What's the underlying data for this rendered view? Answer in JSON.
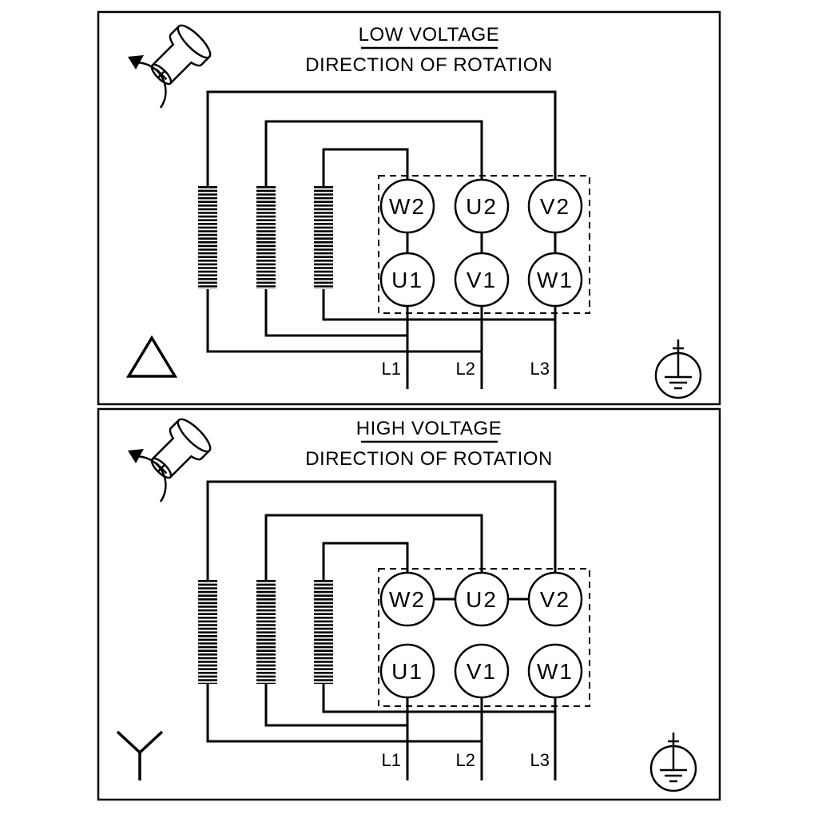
{
  "panels": {
    "low": {
      "title": "LOW VOLTAGE",
      "subtitle": "DIRECTION OF ROTATION",
      "connection": "delta",
      "terminals_top": [
        "W2",
        "U2",
        "V2"
      ],
      "terminals_bottom": [
        "U1",
        "V1",
        "W1"
      ],
      "lines": [
        "L1",
        "L2",
        "L3"
      ]
    },
    "high": {
      "title": "HIGH VOLTAGE",
      "subtitle": "DIRECTION OF ROTATION",
      "connection": "star",
      "terminals_top": [
        "W2",
        "U2",
        "V2"
      ],
      "terminals_bottom": [
        "U1",
        "V1",
        "W1"
      ],
      "lines": [
        "L1",
        "L2",
        "L3"
      ]
    }
  },
  "icons": {
    "rotation": "shaft-rotation-arrow-icon",
    "ground": "earth-ground-icon",
    "delta": "delta-connection-icon",
    "star": "star-connection-icon"
  },
  "colors": {
    "line": "#000000",
    "background": "#ffffff"
  }
}
